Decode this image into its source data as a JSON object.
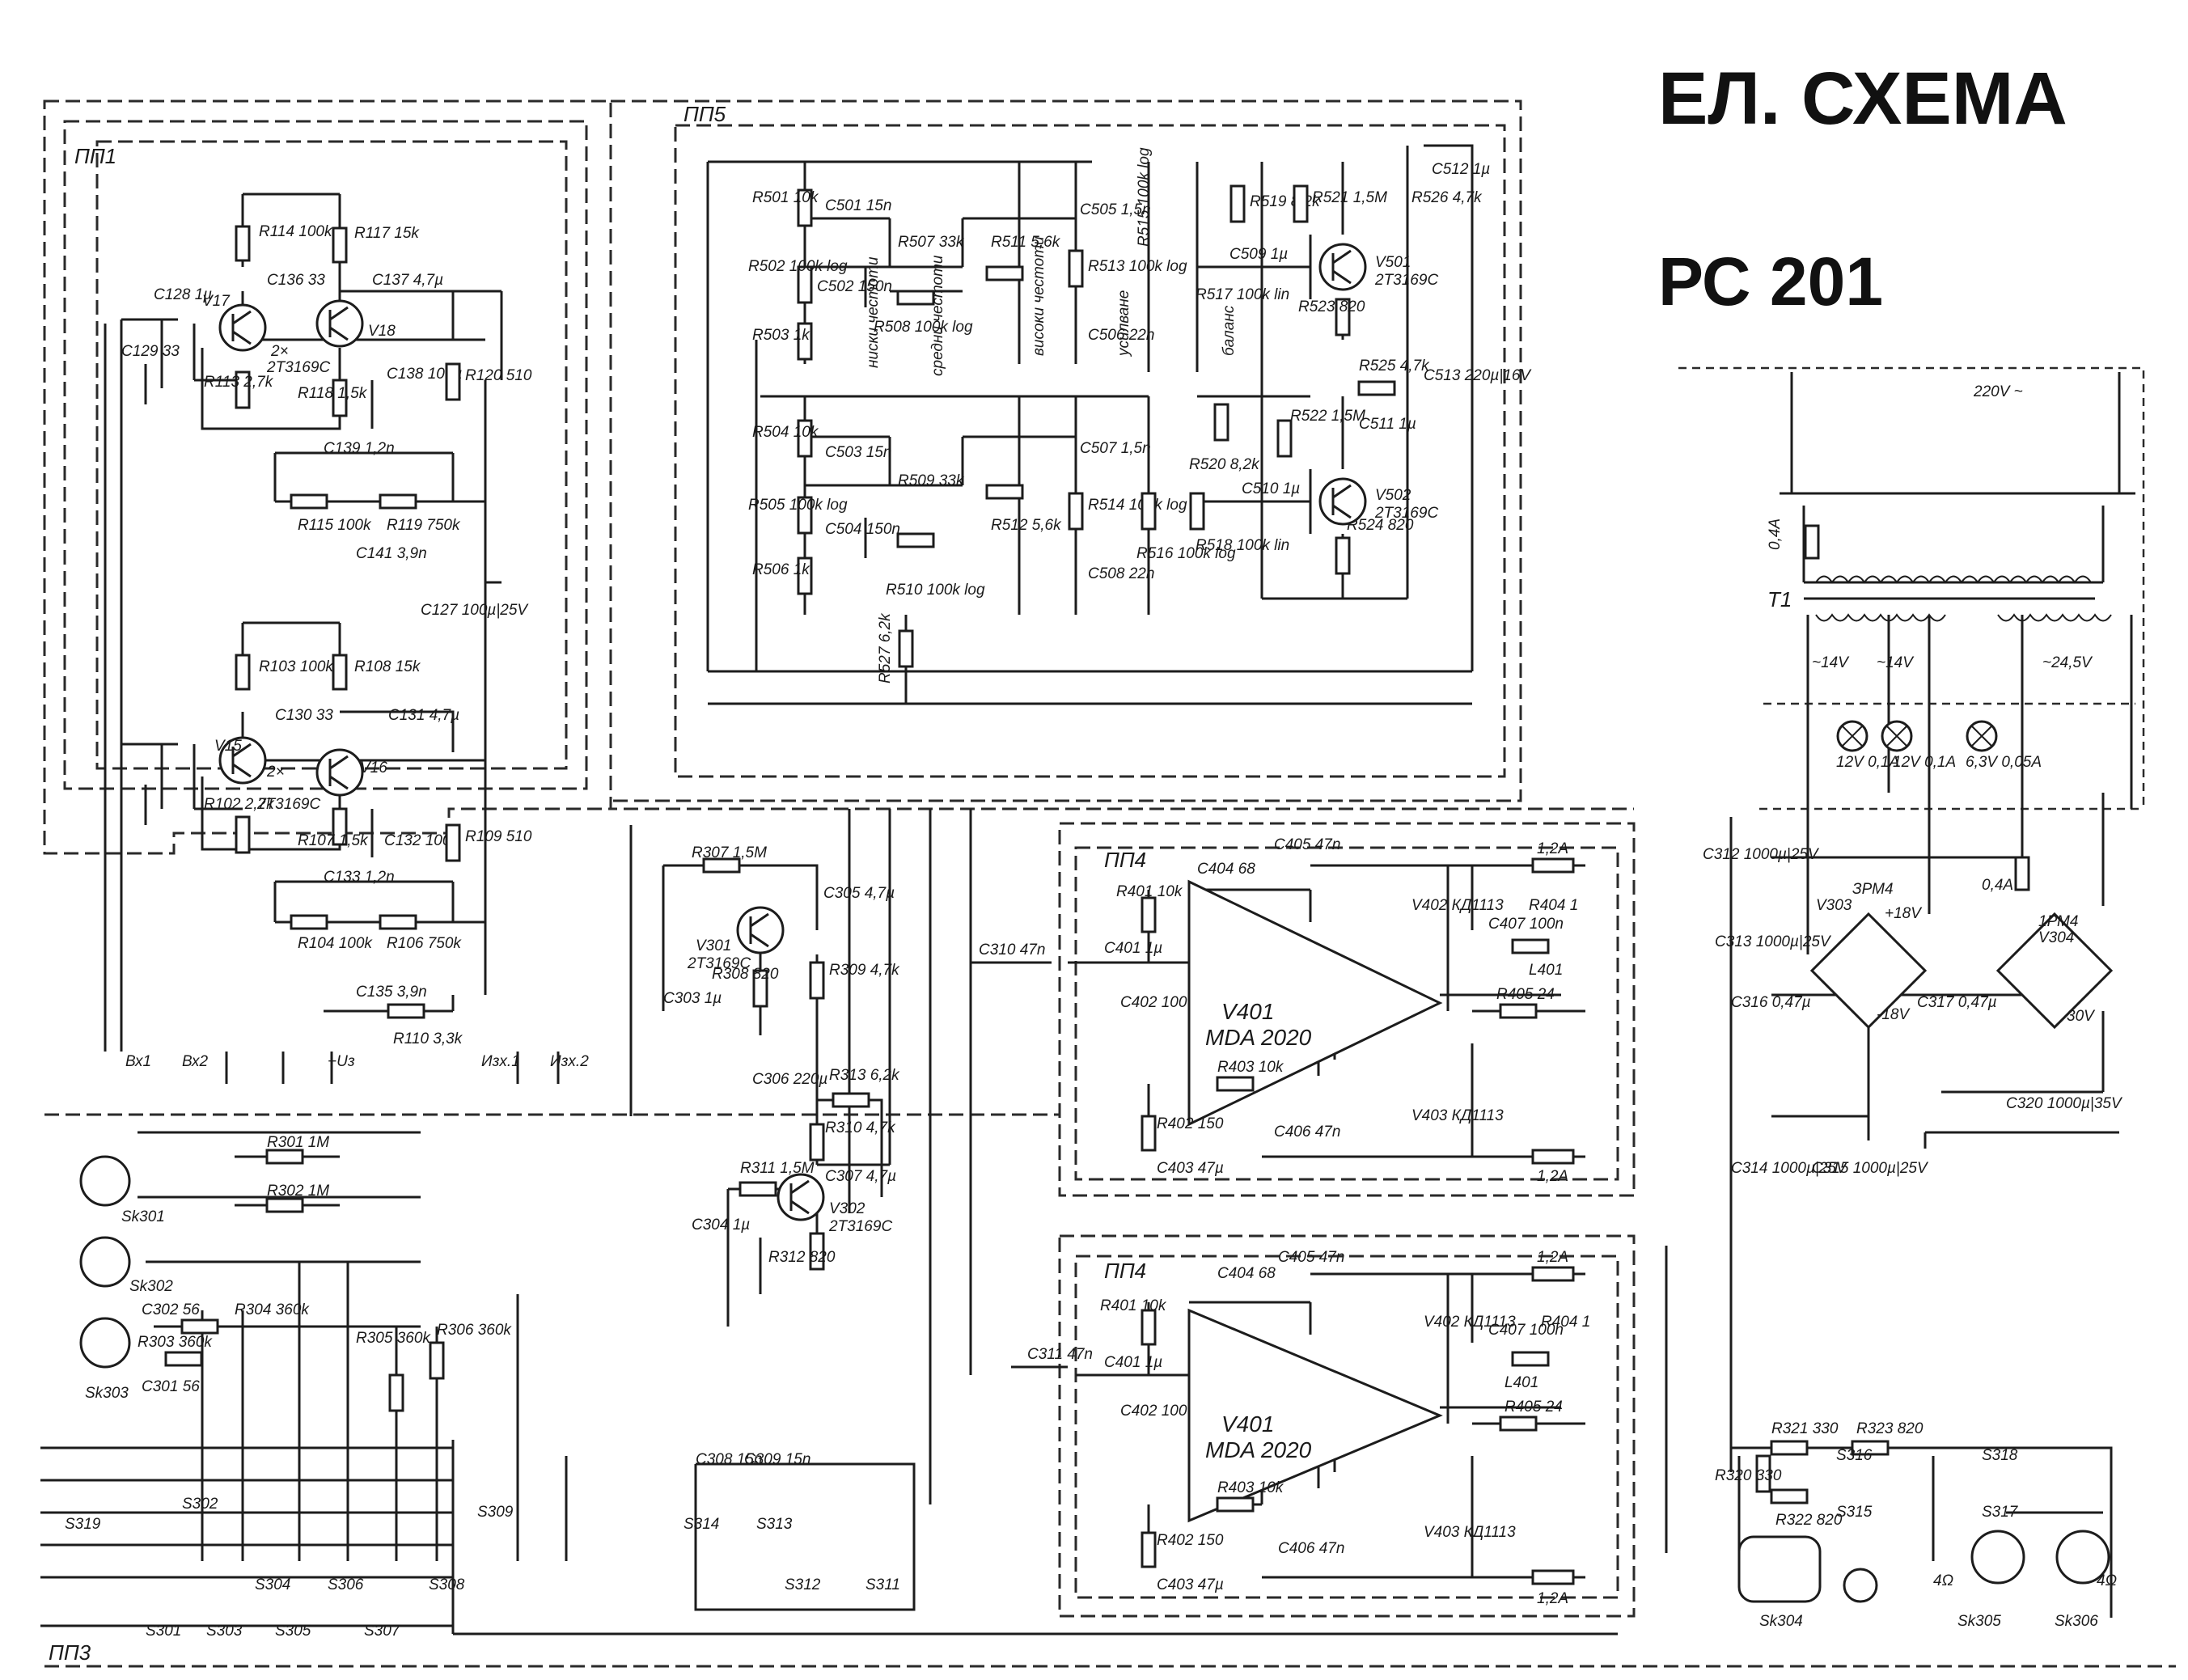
{
  "title": "ЕЛ. СХЕМА",
  "model": "РС 201",
  "boards": {
    "pp1": "ПП1",
    "pp5": "ПП5",
    "pp4_top": "ПП4",
    "pp4_bottom": "ПП4",
    "pp3": "ПП3"
  },
  "ic": {
    "top": {
      "ref": "V401",
      "part": "MDA 2020"
    },
    "bottom": {
      "ref": "V401",
      "part": "MDA 2020"
    }
  },
  "transistors": [
    {
      "ref": "V17",
      "extra": "2×"
    },
    {
      "ref": "V18",
      "extra": "2Т3169С"
    },
    {
      "ref": "V15",
      "extra": "2×"
    },
    {
      "ref": "V16",
      "extra": "2Т3169С"
    },
    {
      "ref": "V301",
      "extra": "2Т3169С"
    },
    {
      "ref": "V302",
      "extra": "2Т3169С"
    },
    {
      "ref": "V501",
      "extra": "2Т3169С"
    },
    {
      "ref": "V502",
      "extra": "2Т3169С"
    }
  ],
  "power": {
    "mains": "220V ~",
    "transformer": "T1",
    "fuse_main": "0,4A",
    "fuse_30v": "0,4A",
    "fuse_out": "1,2A",
    "rect_left": {
      "ref": "ЗРМ4",
      "sub": "V303",
      "plus": "+18V",
      "minus": "-18V"
    },
    "rect_right": {
      "ref": "1РМ4",
      "sub": "V304",
      "plus": "30V"
    },
    "taps": [
      "~14V",
      "~14V",
      "~24,5V"
    ],
    "lamps": [
      "12V 0,1A",
      "12V 0,1A",
      "6,3V 0,05A"
    ],
    "caps": [
      "C312 1000µ|25V",
      "C313 1000µ|25V",
      "C314 1000µ|25V",
      "C315 1000µ|25V",
      "C316 0,47µ",
      "C317 0,47µ",
      "C320 1000µ|35V"
    ]
  },
  "speakers": {
    "impedance": "4Ω",
    "left": "Sk305",
    "right": "Sk306"
  },
  "connectors": [
    "Sk301",
    "Sk302",
    "Sk303",
    "Sk304"
  ],
  "pp5_labels": [
    "ниски честоти",
    "средни честоти",
    "високи честоти",
    "усилване",
    "баланс"
  ],
  "pp1_io": [
    "Вх1",
    "Вх2",
    "+Uз",
    "Изх.1",
    "Изх.2"
  ],
  "components": {
    "pp1": [
      "R114 100k",
      "R117 15k",
      "C137 4,7µ",
      "C136 33",
      "C138 100µ",
      "C139 1,2n",
      "R115 100k",
      "R119 750k",
      "C141 3,9n",
      "R120 510",
      "R118 1,5k",
      "R113 2,7k",
      "C129 33",
      "C128 1µ",
      "C127 100µ|25V",
      "R103 100k",
      "R108 15k",
      "C130 33",
      "C131 4,7µ",
      "C132 100µ",
      "C133 1,2n",
      "R104 100k",
      "R106 750k",
      "C135 3,9n",
      "R107 1,5k",
      "R109 510",
      "R102 2,7k",
      "R110 3,3k"
    ],
    "pp5": [
      "R501 10k",
      "C501 15n",
      "R502 100k log",
      "C502 150n",
      "R503 1k",
      "R507 33k",
      "R508 100k log",
      "R511 5,6k",
      "C505 1,5n",
      "R513 100k log",
      "C506 22n",
      "R515 100k log",
      "R519 8,2k",
      "R521 1,5M",
      "R526 4,7k",
      "C512 1µ",
      "C509 1µ",
      "R517 100k lin",
      "R523 820",
      "R525 4,7k",
      "C513 220µ|16V",
      "R504 10k",
      "C503 15n",
      "R505 100k log",
      "C504 150n",
      "R506 1k",
      "R509 33k",
      "R510 100k log",
      "R512 5,6k",
      "C507 1,5n",
      "R514 100k log",
      "C508 22n",
      "R516 100k log",
      "R520 8,2k",
      "R522 1,5M",
      "C510 1µ",
      "R518 100k lin",
      "C511 1µ",
      "R524 820",
      "R527 6,2k"
    ],
    "preamp": [
      "R307 1,5M",
      "C305 4,7µ",
      "C303 1µ",
      "R308 820",
      "R309 4,7k",
      "C306 220µ",
      "R313 6,2k",
      "R310 4,7k",
      "R311 1,5M",
      "C307 4,7µ",
      "C304 1µ",
      "R312 820",
      "C310 47n",
      "C311 47n"
    ],
    "pp4": [
      "C404 68",
      "C405 47n",
      "R401 10k",
      "C401 1µ",
      "C402 100",
      "V402 КД1113",
      "C407 100n",
      "R404 1",
      "L401",
      "R405 24",
      "R403 10k",
      "R402 150",
      "C403 47µ",
      "C406 47n",
      "V403 КД1113"
    ],
    "pp3": [
      "R301 1M",
      "R302 1M",
      "C302 56",
      "R304 360k",
      "R303 360k",
      "C301 56",
      "R305 360k",
      "R306 360k",
      "C308 15n",
      "C309 15n",
      "R321 330",
      "R323 820",
      "R320 330",
      "R322 820"
    ],
    "switches": [
      "S301",
      "S302",
      "S303",
      "S304",
      "S305",
      "S306",
      "S307",
      "S308",
      "S309",
      "S311",
      "S312",
      "S313",
      "S314",
      "S315",
      "S316",
      "S317",
      "S318",
      "S319"
    ]
  }
}
